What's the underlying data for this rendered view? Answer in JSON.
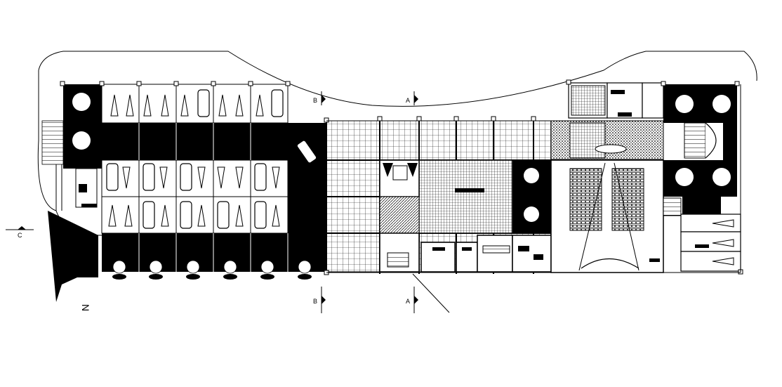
{
  "section_marks": {
    "a": "A",
    "b": "B",
    "c": "C"
  },
  "compass": {
    "north": "N"
  },
  "colors": {
    "ink": "#000000",
    "paper": "#ffffff"
  }
}
